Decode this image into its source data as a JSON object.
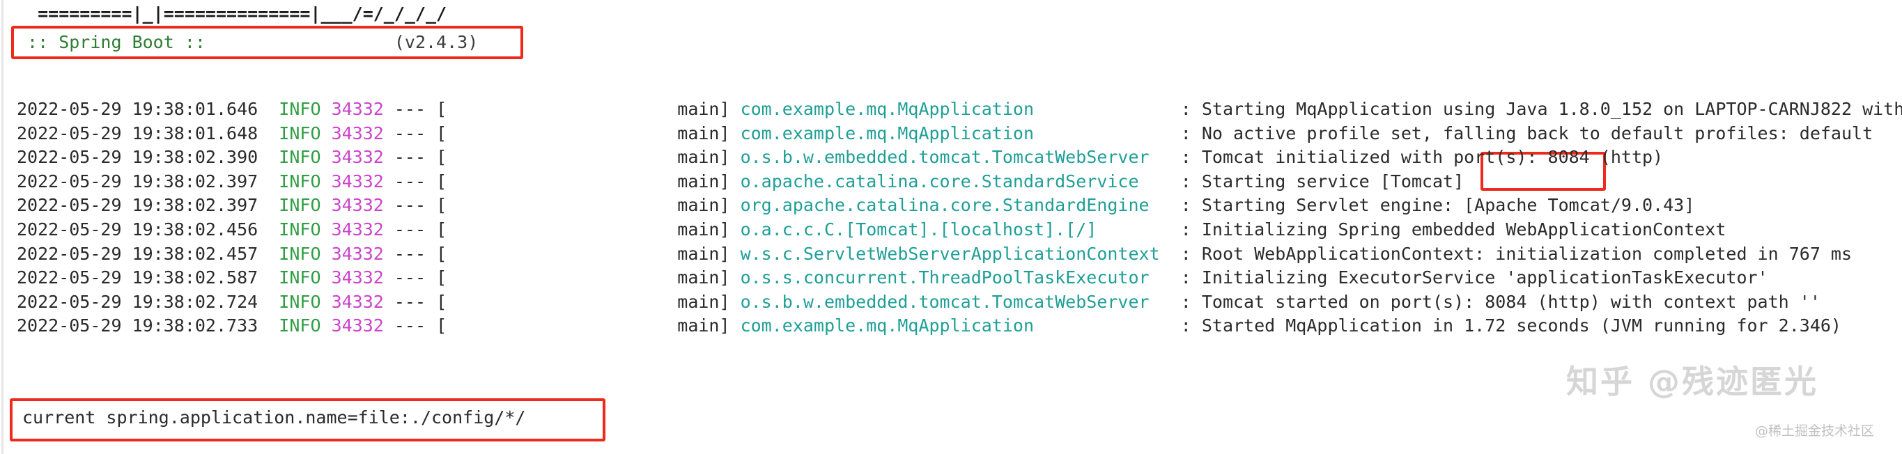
{
  "console": {
    "banner_art": "  =========|_|==============|___/=/_/_/_/",
    "banner_name": " :: Spring Boot :: ",
    "banner_version": "                 (v2.4.3)",
    "config_line": "current spring.application.name=file:./config/*/",
    "highlight_color": "#ee2a1c",
    "level_color": "#2f9e44",
    "pid_color": "#cc44cc",
    "logger_color": "#1f9f96",
    "text_color": "#2b2b2b",
    "banner_color": "#2f7d32",
    "highlighted_port": "8084"
  },
  "log_lines": [
    {
      "timestamp": "2022-05-29 19:38:01.646",
      "level": "  INFO",
      "pid": "34332",
      "sep": " --- [",
      "thread": "                      main] ",
      "logger": "com.example.mq.MqApplication             ",
      "message": " : Starting MqApplication using Java 1.8.0_152 on LAPTOP-CARNJ822 with"
    },
    {
      "timestamp": "2022-05-29 19:38:01.648",
      "level": "  INFO",
      "pid": "34332",
      "sep": " --- [",
      "thread": "                      main] ",
      "logger": "com.example.mq.MqApplication             ",
      "message": " : No active profile set, falling back to default profiles: default"
    },
    {
      "timestamp": "2022-05-29 19:38:02.390",
      "level": "  INFO",
      "pid": "34332",
      "sep": " --- [",
      "thread": "                      main] ",
      "logger": "o.s.b.w.embedded.tomcat.TomcatWebServer  ",
      "message": " : Tomcat initialized with port(s): 8084 (http)"
    },
    {
      "timestamp": "2022-05-29 19:38:02.397",
      "level": "  INFO",
      "pid": "34332",
      "sep": " --- [",
      "thread": "                      main] ",
      "logger": "o.apache.catalina.core.StandardService   ",
      "message": " : Starting service [Tomcat]"
    },
    {
      "timestamp": "2022-05-29 19:38:02.397",
      "level": "  INFO",
      "pid": "34332",
      "sep": " --- [",
      "thread": "                      main] ",
      "logger": "org.apache.catalina.core.StandardEngine  ",
      "message": " : Starting Servlet engine: [Apache Tomcat/9.0.43]"
    },
    {
      "timestamp": "2022-05-29 19:38:02.456",
      "level": "  INFO",
      "pid": "34332",
      "sep": " --- [",
      "thread": "                      main] ",
      "logger": "o.a.c.c.C.[Tomcat].[localhost].[/]       ",
      "message": " : Initializing Spring embedded WebApplicationContext"
    },
    {
      "timestamp": "2022-05-29 19:38:02.457",
      "level": "  INFO",
      "pid": "34332",
      "sep": " --- [",
      "thread": "                      main] ",
      "logger": "w.s.c.ServletWebServerApplicationContext ",
      "message": " : Root WebApplicationContext: initialization completed in 767 ms"
    },
    {
      "timestamp": "2022-05-29 19:38:02.587",
      "level": "  INFO",
      "pid": "34332",
      "sep": " --- [",
      "thread": "                      main] ",
      "logger": "o.s.s.concurrent.ThreadPoolTaskExecutor  ",
      "message": " : Initializing ExecutorService 'applicationTaskExecutor'"
    },
    {
      "timestamp": "2022-05-29 19:38:02.724",
      "level": "  INFO",
      "pid": "34332",
      "sep": " --- [",
      "thread": "                      main] ",
      "logger": "o.s.b.w.embedded.tomcat.TomcatWebServer  ",
      "message": " : Tomcat started on port(s): 8084 (http) with context path ''"
    },
    {
      "timestamp": "2022-05-29 19:38:02.733",
      "level": "  INFO",
      "pid": "34332",
      "sep": " --- [",
      "thread": "                      main] ",
      "logger": "com.example.mq.MqApplication             ",
      "message": " : Started MqApplication in 1.72 seconds (JVM running for 2.346)"
    }
  ],
  "watermark": {
    "main": "知乎 @残迹匿光",
    "sub": "@稀土掘金技术社区"
  }
}
